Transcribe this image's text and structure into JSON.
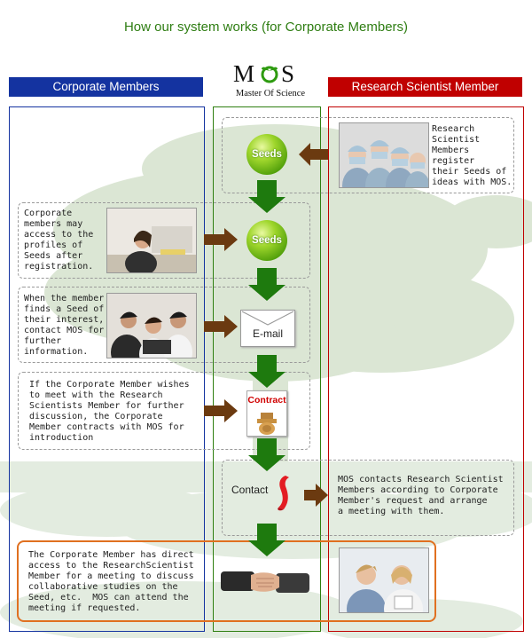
{
  "title": "How our system works (for Corporate Members)",
  "logo": {
    "text": "MOS",
    "subtitle": "Master Of Science"
  },
  "headers": {
    "corporate": "Corporate  Members",
    "research": "Research Scientist Member"
  },
  "seeds_label": "Seeds",
  "email_label": "E-mail",
  "contract_label": "Contract",
  "contact_label": "Contact",
  "texts": {
    "research_register": "Research\nScientist\nMembers\nregister\ntheir Seeds of\nideas with MOS.",
    "corp_access": "Corporate\nmembers may\naccess to the\nprofiles of\nSeeds after\nregistration.",
    "corp_find": "When the member\nfinds a Seed of\ntheir interest,\ncontact MOS for\nfurther\ninformation.",
    "corp_contract": "If the Corporate Member wishes\nto meet with the Research\nScientists Member for further\ndiscussion, the Corporate\nMember contracts with MOS for\nintroduction",
    "mos_contacts": "MOS contacts Research Scientist\nMembers according to Corporate\nMember's request and arrange\na meeting with them.",
    "direct_access": "The Corporate Member has direct\naccess to the ResearchScientist\nMember for a meeting to discuss\ncollaborative studies on the\nSeed, etc.  MOS can attend the\nmeeting if requested."
  },
  "colors": {
    "title_green": "#2e7d12",
    "corporate_blue": "#1433a0",
    "research_red": "#c00000",
    "center_green": "#2f7f10",
    "highlight_orange": "#e07020",
    "arrow_green": "#1e7a0e",
    "arrow_brown": "#6b3a10"
  }
}
